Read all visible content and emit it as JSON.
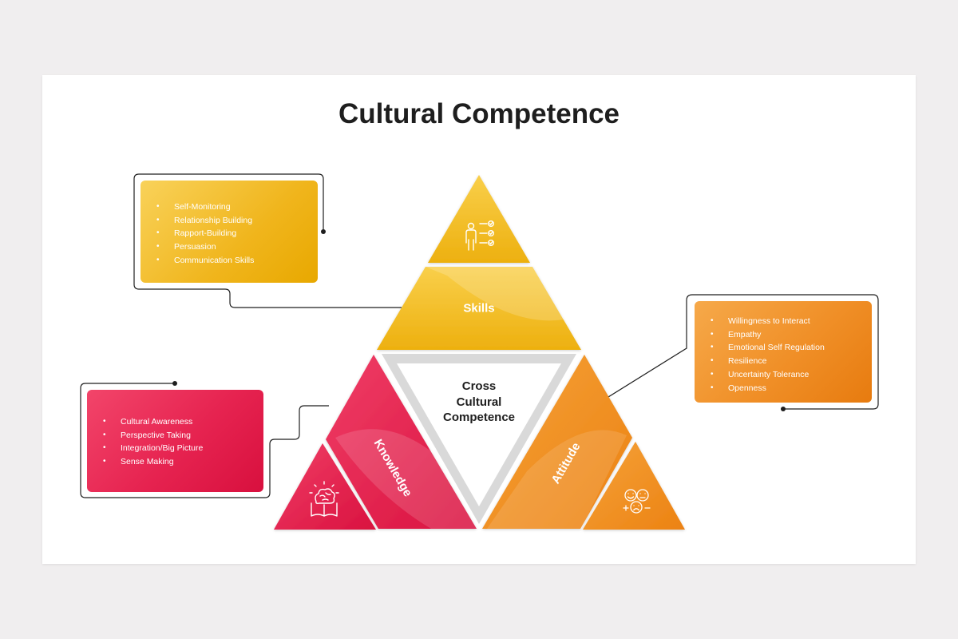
{
  "title": "Cultural Competence",
  "center": [
    "Cross",
    "Cultural",
    "Competence"
  ],
  "sections": {
    "skills": {
      "label": "Skills",
      "icon": "person-checklist-icon",
      "color": "#f0b51c",
      "items": [
        "Self-Monitoring",
        "Relationship Building",
        "Rapport-Building",
        "Persuasion",
        "Communication Skills"
      ]
    },
    "attitude": {
      "label": "Attitude",
      "icon": "emoji-faces-icon",
      "color": "#f08f27",
      "items": [
        "Willingness to Interact",
        "Empathy",
        "Emotional Self Regulation",
        "Resilience",
        "Uncertainty Tolerance",
        "Openness"
      ]
    },
    "knowledge": {
      "label": "Knowledge",
      "icon": "brain-book-icon",
      "color": "#e62350",
      "items": [
        "Cultural Awareness",
        "Perspective Taking",
        "Integration/Big Picture",
        "Sense Making"
      ]
    }
  }
}
